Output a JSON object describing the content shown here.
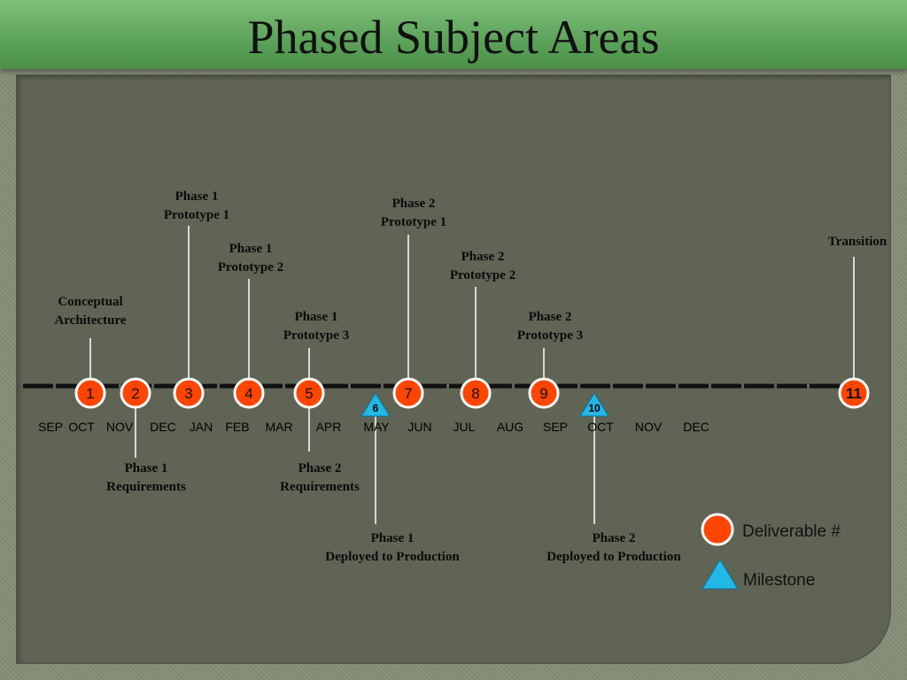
{
  "title": "Phased Subject Areas",
  "colors": {
    "deliverable": "#ff4500",
    "milestone": "#22b8e6",
    "connector": "#ffffff",
    "timeline": "#111111"
  },
  "months": [
    "SEP",
    "OCT",
    "NOV",
    "DEC",
    "JAN",
    "FEB",
    "MAR",
    "APR",
    "MAY",
    "JUN",
    "JUL",
    "AUG",
    "SEP",
    "OCT",
    "NOV",
    "DEC"
  ],
  "deliverables": [
    {
      "num": "1",
      "label": [
        "Conceptual",
        "Architecture"
      ]
    },
    {
      "num": "2",
      "label": [
        "Phase 1",
        "Requirements"
      ]
    },
    {
      "num": "3",
      "label": [
        "Phase 1",
        "Prototype 1"
      ]
    },
    {
      "num": "4",
      "label": [
        "Phase 1",
        "Prototype 2"
      ]
    },
    {
      "num": "5",
      "label": [
        "Phase 1",
        "Prototype 3"
      ]
    },
    {
      "num": "5",
      "label": [
        "Phase 2",
        "Requirements"
      ]
    },
    {
      "num": "7",
      "label": [
        "Phase 2",
        "Prototype 1"
      ]
    },
    {
      "num": "8",
      "label": [
        "Phase 2",
        "Prototype 2"
      ]
    },
    {
      "num": "9",
      "label": [
        "Phase 2",
        "Prototype 3"
      ]
    },
    {
      "num": "11",
      "label": [
        "Transition"
      ]
    }
  ],
  "milestones": [
    {
      "num": "6",
      "label": [
        "Phase 1",
        "Deployed to Production"
      ]
    },
    {
      "num": "10",
      "label": [
        "Phase 2",
        "Deployed to Production"
      ]
    }
  ],
  "legend": {
    "deliverable": "Deliverable #",
    "milestone": "Milestone"
  }
}
